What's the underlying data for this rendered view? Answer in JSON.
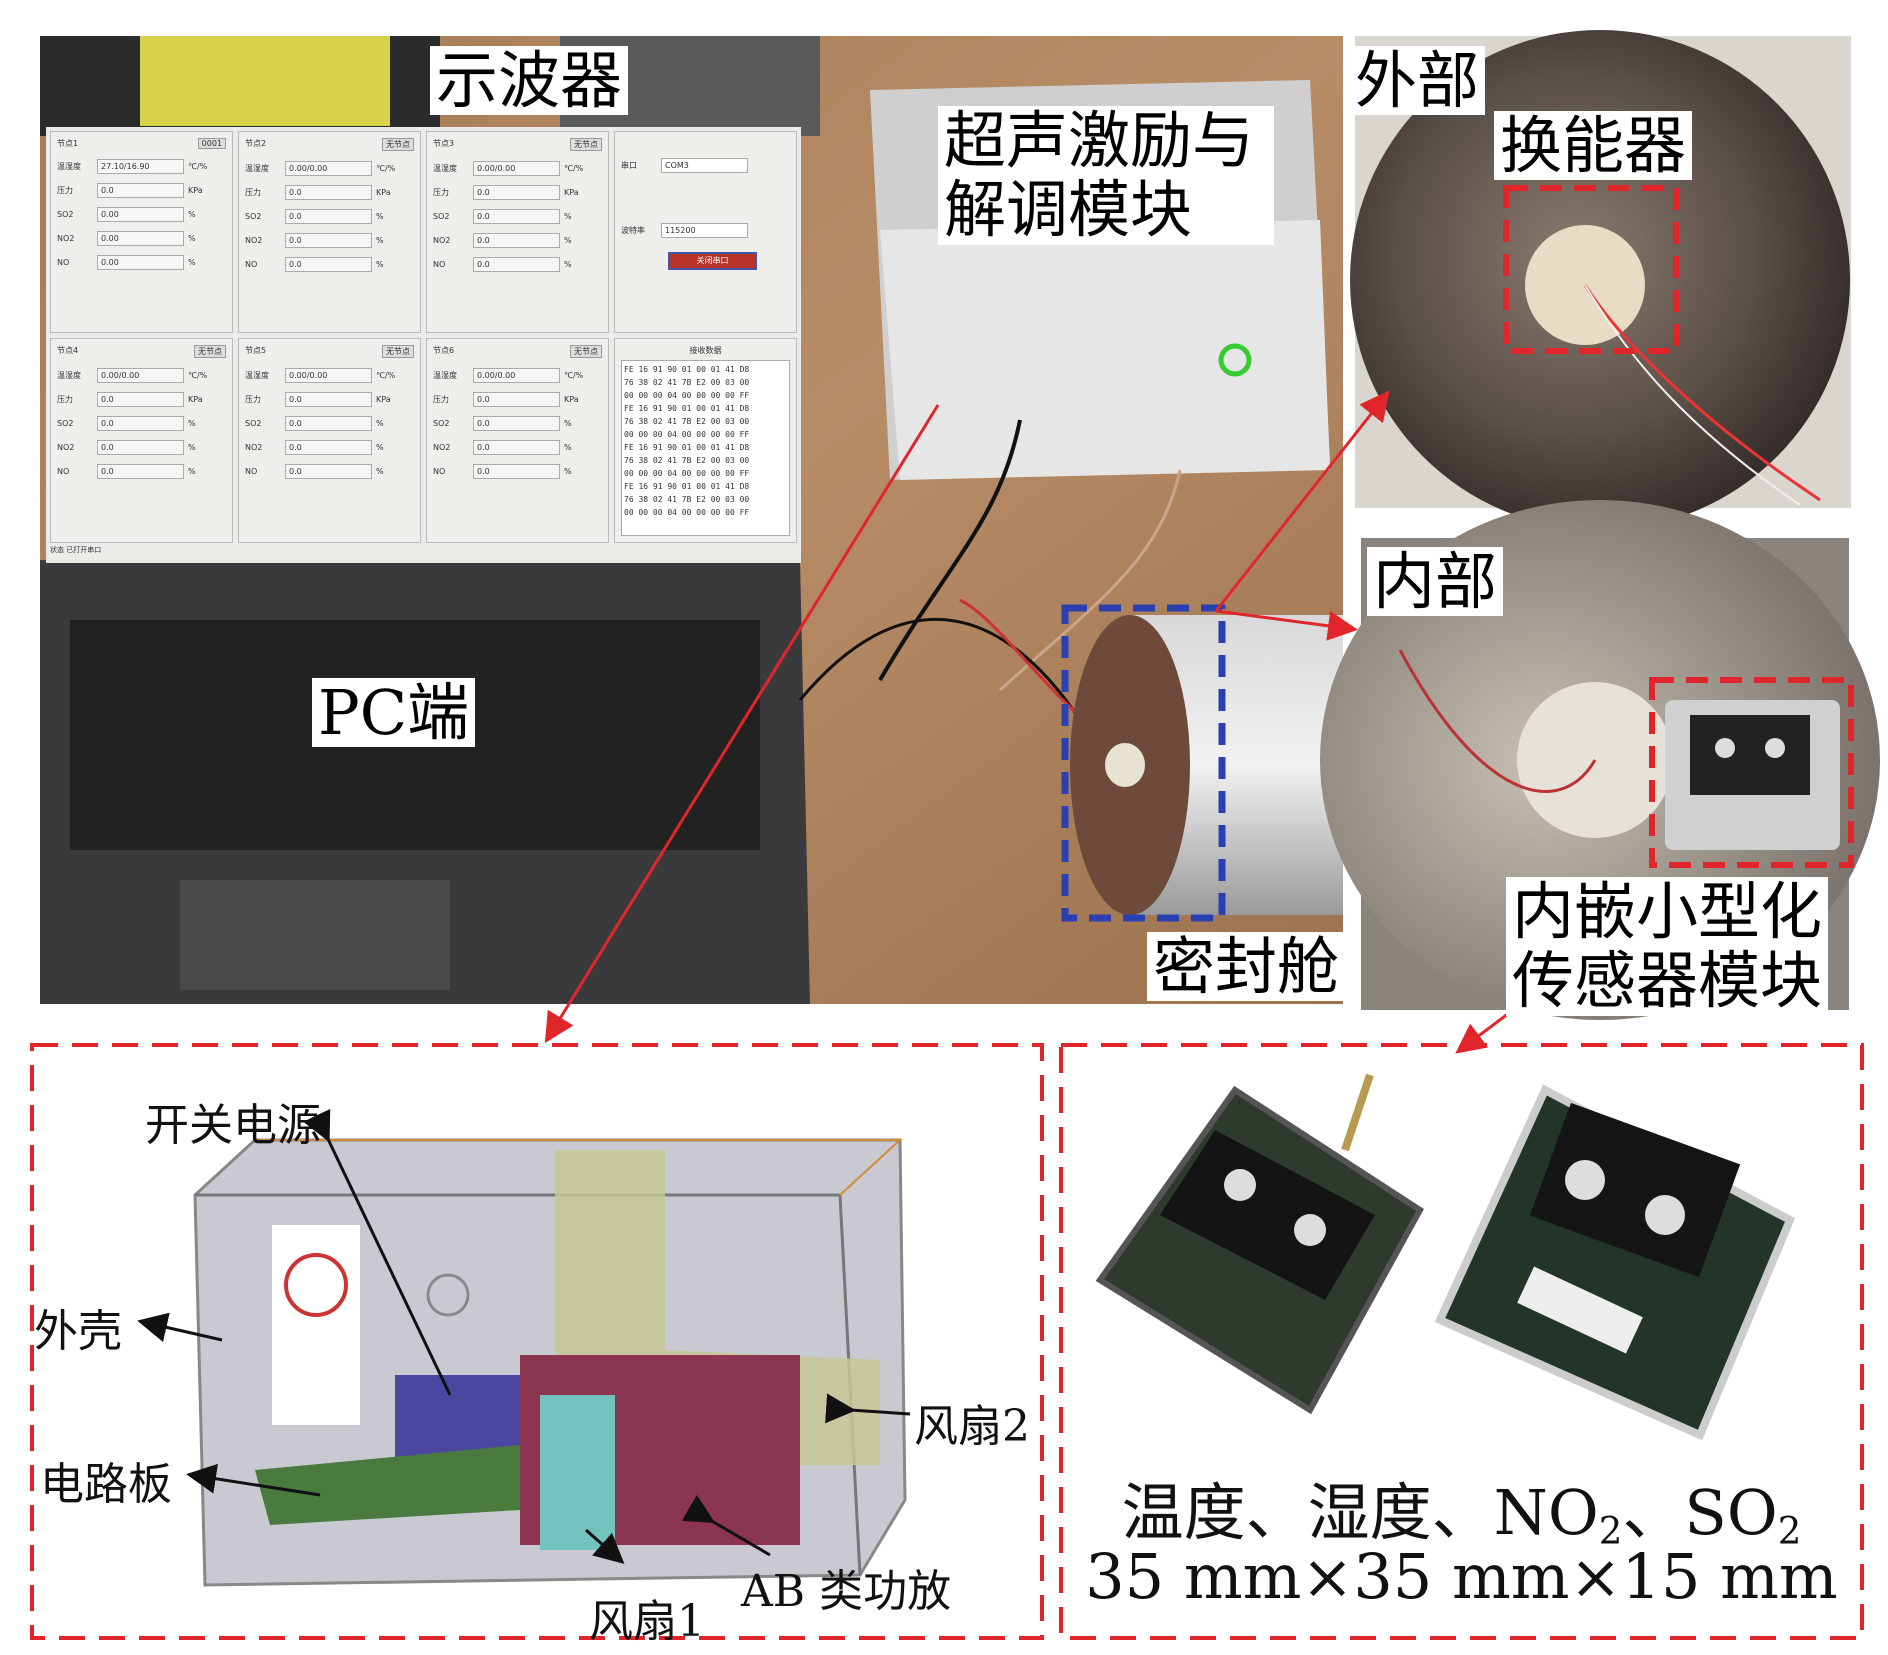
{
  "labels": {
    "oscilloscope": "示波器",
    "excitation_module_line1": "超声激励与",
    "excitation_module_line2": "解调模块",
    "pc": "PC端",
    "sealed_cabin": "密封舱",
    "outside": "外部",
    "transducer": "换能器",
    "inside": "内部",
    "embedded_sensor_line1": "内嵌小型化",
    "embedded_sensor_line2": "传感器模块"
  },
  "enclosure": {
    "switch_power": "开关电源",
    "shell": "外壳",
    "circuit_board": "电路板",
    "fan2": "风扇2",
    "fan1": "风扇1",
    "amplifier": "AB 类功放"
  },
  "sensor": {
    "measures_a": "温度、湿度、NO",
    "sub2a": "2",
    "measures_b": "、SO",
    "sub2b": "2",
    "size": "35 mm×35 mm×15 mm"
  },
  "software": {
    "nodes": [
      {
        "title": "节点1",
        "badge": "0001",
        "rows": [
          [
            "温湿度",
            "27.10/16.90",
            "℃/%"
          ],
          [
            "压力",
            "0.0",
            "KPa"
          ],
          [
            "SO2",
            "0.00",
            "%"
          ],
          [
            "NO2",
            "0.00",
            "%"
          ],
          [
            "NO",
            "0.00",
            "%"
          ]
        ]
      },
      {
        "title": "节点2",
        "badge": "无节点",
        "rows": [
          [
            "温湿度",
            "0.00/0.00",
            "℃/%"
          ],
          [
            "压力",
            "0.0",
            "KPa"
          ],
          [
            "SO2",
            "0.0",
            "%"
          ],
          [
            "NO2",
            "0.0",
            "%"
          ],
          [
            "NO",
            "0.0",
            "%"
          ]
        ]
      },
      {
        "title": "节点3",
        "badge": "无节点",
        "rows": [
          [
            "温湿度",
            "0.00/0.00",
            "℃/%"
          ],
          [
            "压力",
            "0.0",
            "KPa"
          ],
          [
            "SO2",
            "0.0",
            "%"
          ],
          [
            "NO2",
            "0.0",
            "%"
          ],
          [
            "NO",
            "0.0",
            "%"
          ]
        ]
      },
      {
        "title": "节点4",
        "badge": "无节点",
        "rows": [
          [
            "温湿度",
            "0.00/0.00",
            "℃/%"
          ],
          [
            "压力",
            "0.0",
            "KPa"
          ],
          [
            "SO2",
            "0.0",
            "%"
          ],
          [
            "NO2",
            "0.0",
            "%"
          ],
          [
            "NO",
            "0.0",
            "%"
          ]
        ]
      },
      {
        "title": "节点5",
        "badge": "无节点",
        "rows": [
          [
            "温湿度",
            "0.00/0.00",
            "℃/%"
          ],
          [
            "压力",
            "0.0",
            "KPa"
          ],
          [
            "SO2",
            "0.0",
            "%"
          ],
          [
            "NO2",
            "0.0",
            "%"
          ],
          [
            "NO",
            "0.0",
            "%"
          ]
        ]
      },
      {
        "title": "节点6",
        "badge": "无节点",
        "rows": [
          [
            "温湿度",
            "0.00/0.00",
            "℃/%"
          ],
          [
            "压力",
            "0.0",
            "KPa"
          ],
          [
            "SO2",
            "0.0",
            "%"
          ],
          [
            "NO2",
            "0.0",
            "%"
          ],
          [
            "NO",
            "0.0",
            "%"
          ]
        ]
      }
    ],
    "serial_label": "串口",
    "serial_value": "COM3",
    "baud_label": "波特率",
    "baud_value": "115200",
    "close_button": "关闭串口",
    "receive_title": "接收数据",
    "hex": "FE 16 91 90 01 00 01 41 D8\n76 38 02 41 7B E2 00 03 00\n00 00 00 04 00 00 00 00 FF\nFE 16 91 90 01 00 01 41 D8\n76 38 02 41 7B E2 00 03 00\n00 00 00 04 00 00 00 00 FF\nFE 16 91 90 01 00 01 41 D8\n76 38 02 41 7B E2 00 03 00\n00 00 00 04 00 00 00 00 FF\nFE 16 91 90 01 00 01 41 D8\n76 38 02 41 7B E2 00 03 00\n00 00 00 04 00 00 00 00 FF",
    "status": "状态 已打开串口"
  },
  "colors": {
    "red": "#e0262b",
    "blue": "#2a3fb0"
  }
}
